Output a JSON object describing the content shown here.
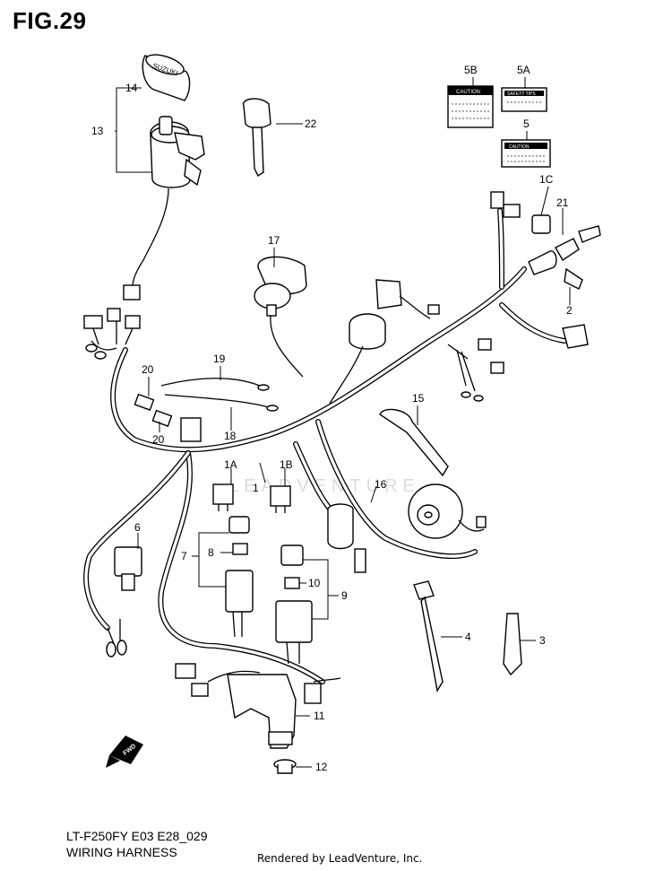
{
  "figure": {
    "number": "FIG.29",
    "model": "LT-F250FY E03 E28_029",
    "title": "WIRING HARNESS"
  },
  "credit": "Rendered by LeadVenture, Inc.",
  "watermark": "LEADVENTURE",
  "fwd_label": "FWD",
  "caution_labels": {
    "label_5": "CAUTION",
    "label_5a": "SAFETY TIPS",
    "label_5b": "CAUTION"
  },
  "callouts": {
    "c1": "1",
    "c1a": "1A",
    "c1b": "1B",
    "c1c": "1C",
    "c2": "2",
    "c3": "3",
    "c4": "4",
    "c5": "5",
    "c5a": "5A",
    "c5b": "5B",
    "c6": "6",
    "c7": "7",
    "c8": "8",
    "c9": "9",
    "c10": "10",
    "c11": "11",
    "c12": "12",
    "c13": "13",
    "c14": "14",
    "c15": "15",
    "c16": "16",
    "c17": "17",
    "c18": "18",
    "c19": "19",
    "c20a": "20",
    "c20b": "20",
    "c21": "21",
    "c22": "22"
  }
}
